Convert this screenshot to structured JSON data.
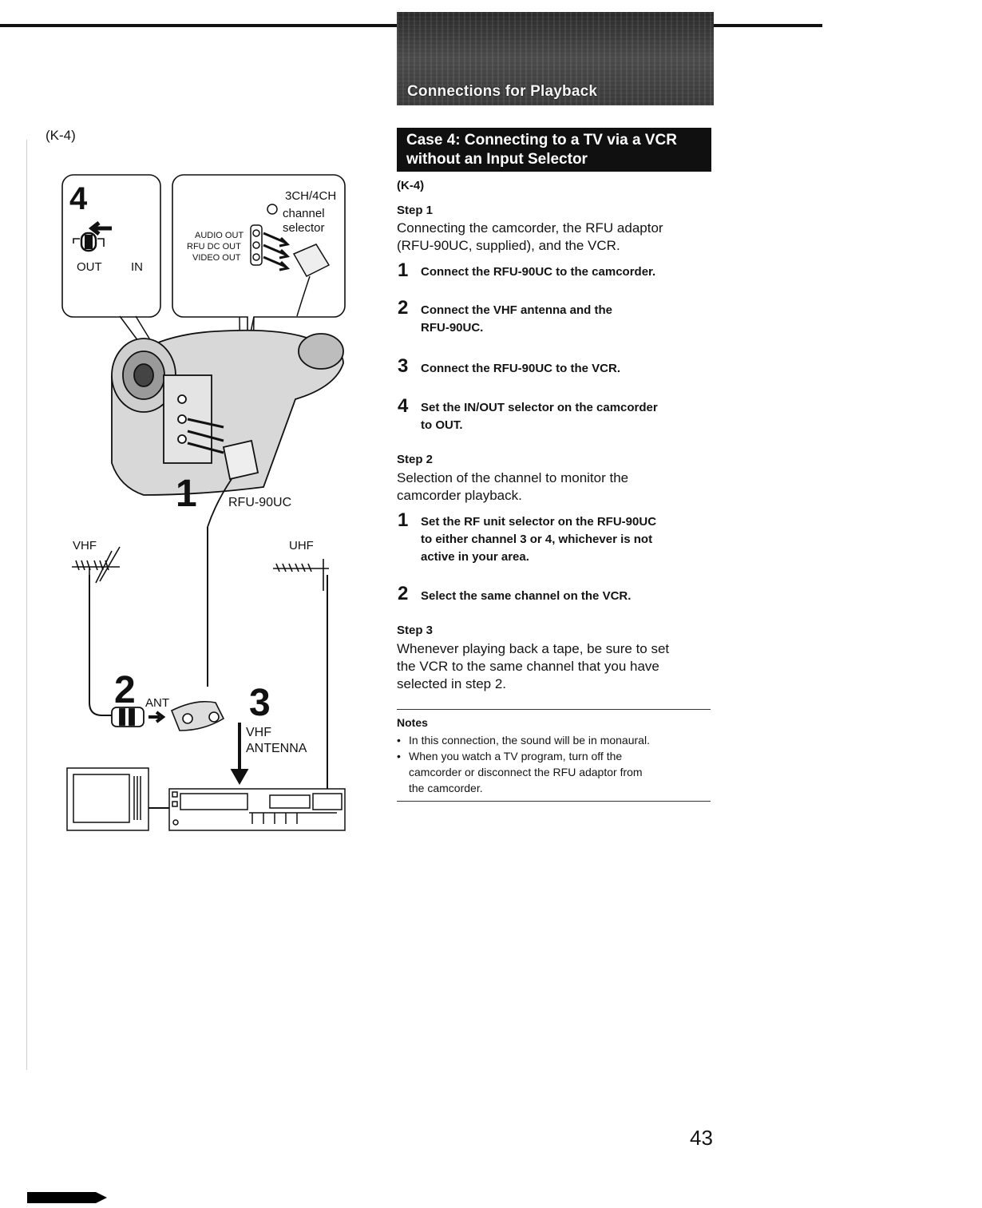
{
  "header": {
    "title": "Connections for Playback"
  },
  "page_code": "(K-4)",
  "case": {
    "title_line1": "Case 4: Connecting to a TV via a VCR",
    "title_line2": "without an Input Selector"
  },
  "section_code": "(K-4)",
  "step1": {
    "heading": "Step 1",
    "text_line1": "Connecting the camcorder, the RFU adaptor",
    "text_line2": "(RFU-90UC, supplied), and the VCR.",
    "items": [
      {
        "num": "1",
        "line1": "Connect the RFU-90UC to the camcorder.",
        "line2": ""
      },
      {
        "num": "2",
        "line1": "Connect the VHF antenna and the",
        "line2": "RFU-90UC."
      },
      {
        "num": "3",
        "line1": "Connect the RFU-90UC to the VCR.",
        "line2": ""
      },
      {
        "num": "4",
        "line1": "Set the IN/OUT selector on the camcorder",
        "line2": "to OUT."
      }
    ]
  },
  "step2": {
    "heading": "Step 2",
    "text_line1": "Selection of the channel to monitor the",
    "text_line2": "camcorder playback.",
    "items": [
      {
        "num": "1",
        "line1": "Set the RF unit selector on the RFU-90UC",
        "line2": "to either channel 3 or 4, whichever is not",
        "line3": "active in your area."
      },
      {
        "num": "2",
        "line1": "Select the same channel on the VCR."
      }
    ]
  },
  "step3": {
    "heading": "Step 3",
    "text_line1": "Whenever playing back a tape, be sure to set",
    "text_line2": "the VCR to the same channel that you have",
    "text_line3": "selected in step 2."
  },
  "notes": {
    "heading": "Notes",
    "bullet1": "In this connection, the sound will be in monaural.",
    "bullet2_line1": "When you watch a TV program, turn off the",
    "bullet2_line2": "camcorder or disconnect the RFU adaptor from",
    "bullet2_line3": "the camcorder."
  },
  "diagram": {
    "callout4": {
      "num": "4",
      "out": "OUT",
      "in": "IN"
    },
    "callout_ports": {
      "channel_line1": "3CH/4CH",
      "channel_line2": "channel",
      "channel_line3": "selector",
      "audio_out": "AUDIO OUT",
      "rfu_dc_out": "RFU DC OUT",
      "video_out": "VIDEO OUT"
    },
    "step_num_1": "1",
    "rfu_label": "RFU-90UC",
    "vhf": "VHF",
    "uhf": "UHF",
    "step_num_2": "2",
    "ant": "ANT",
    "step_num_3": "3",
    "vhf_antenna_line1": "VHF",
    "vhf_antenna_line2": "ANTENNA"
  },
  "page_number": "43"
}
